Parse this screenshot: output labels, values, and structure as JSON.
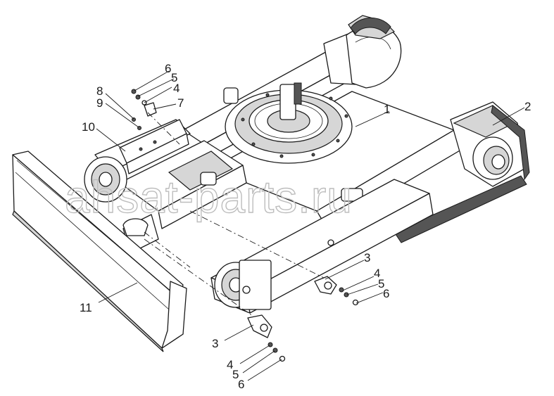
{
  "watermark": "ahsat-parts.ru",
  "callouts": [
    {
      "id": "c1",
      "text": "1"
    },
    {
      "id": "c2",
      "text": "2"
    },
    {
      "id": "c3a",
      "text": "3"
    },
    {
      "id": "c4a",
      "text": "4"
    },
    {
      "id": "c5a",
      "text": "5"
    },
    {
      "id": "c6a",
      "text": "6"
    },
    {
      "id": "c3b",
      "text": "3"
    },
    {
      "id": "c4b",
      "text": "4"
    },
    {
      "id": "c5b",
      "text": "5"
    },
    {
      "id": "c6b",
      "text": "6"
    },
    {
      "id": "c6c",
      "text": "6"
    },
    {
      "id": "c5c",
      "text": "5"
    },
    {
      "id": "c4c",
      "text": "4"
    },
    {
      "id": "c7",
      "text": "7"
    },
    {
      "id": "c8",
      "text": "8"
    },
    {
      "id": "c9",
      "text": "9"
    },
    {
      "id": "c10",
      "text": "10"
    },
    {
      "id": "c11",
      "text": "11"
    }
  ]
}
